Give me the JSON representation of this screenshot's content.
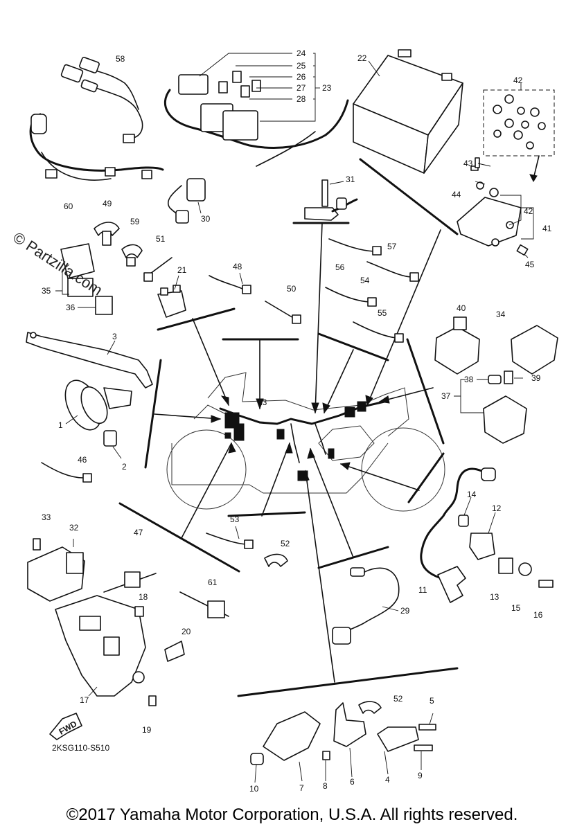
{
  "watermark": "© Partzilla.com",
  "diagram_code": "2KSG110-S510",
  "fwd_label": "FWD",
  "copyright": "©2017 Yamaha Motor Corporation, U.S.A. All rights reserved.",
  "callouts": {
    "c1": "1",
    "c2": "2",
    "c3": "3",
    "c4": "4",
    "c5": "5",
    "c6": "6",
    "c7": "7",
    "c8": "8",
    "c9": "9",
    "c10": "10",
    "c11": "11",
    "c12": "12",
    "c13": "13",
    "c14": "14",
    "c15": "15",
    "c16": "16",
    "c17": "17",
    "c18": "18",
    "c19": "19",
    "c20": "20",
    "c21": "21",
    "c22": "22",
    "c23a": "23",
    "c23b": "23",
    "c24": "24",
    "c25": "25",
    "c26": "26",
    "c27": "27",
    "c28": "28",
    "c29": "29",
    "c30": "30",
    "c31": "31",
    "c32": "32",
    "c33": "33",
    "c34": "34",
    "c35": "35",
    "c36": "36",
    "c37": "37",
    "c38": "38",
    "c39": "39",
    "c40": "40",
    "c41": "41",
    "c42a": "42",
    "c42b": "42",
    "c43": "43",
    "c44": "44",
    "c45": "45",
    "c46": "46",
    "c47": "47",
    "c48": "48",
    "c49": "49",
    "c50": "50",
    "c51": "51",
    "c52a": "52",
    "c52b": "52",
    "c53": "53",
    "c54": "54",
    "c55": "55",
    "c56": "56",
    "c57": "57",
    "c58": "58",
    "c59": "59",
    "c60": "60",
    "c61": "61"
  }
}
